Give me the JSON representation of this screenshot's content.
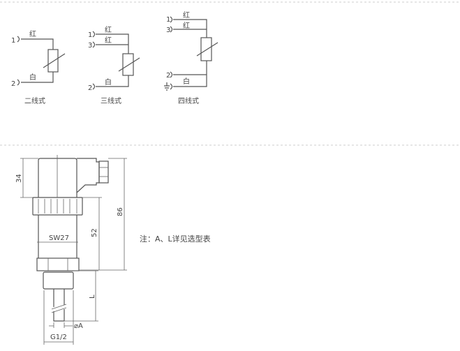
{
  "wiring": {
    "two_wire": {
      "caption": "二线式",
      "pin1": "1",
      "pin2": "2",
      "red": "红",
      "white": "白"
    },
    "three_wire": {
      "caption": "三线式",
      "pin1": "1",
      "pin3": "3",
      "pin2": "2",
      "red1": "红",
      "red2": "红",
      "white": "白"
    },
    "four_wire": {
      "caption": "四线式",
      "pin1": "1",
      "pin3": "3",
      "pin2": "2",
      "red1": "红",
      "red2": "红",
      "white": "白"
    }
  },
  "dimensions": {
    "d34": "34",
    "d52": "52",
    "d86": "86",
    "sw": "SW27",
    "l": "L",
    "dia": "⌀A",
    "thread": "G1/2"
  },
  "note": "注：A、L详见选型表"
}
